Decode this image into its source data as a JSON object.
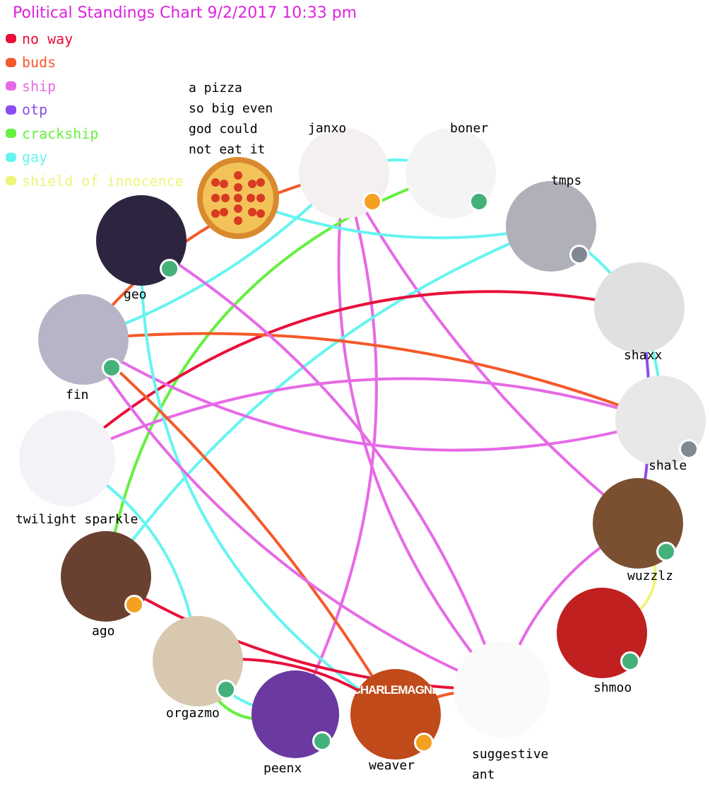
{
  "title": "Political Standings Chart 9/2/2017  10:33 pm",
  "legend": [
    {
      "label": "no way",
      "color": "#e8103a"
    },
    {
      "label": "buds",
      "color": "#f45a2a"
    },
    {
      "label": "ship",
      "color": "#e66ae6"
    },
    {
      "label": "otp",
      "color": "#8b4cf0"
    },
    {
      "label": "crackship",
      "color": "#66f040"
    },
    {
      "label": "gay",
      "color": "#66f4f0"
    },
    {
      "label": "shield of innocence",
      "color": "#eef47a"
    }
  ],
  "pizza": {
    "lines": [
      "a pizza",
      "so big even",
      "god could",
      "not eat it"
    ]
  },
  "people": [
    {
      "id": "geo",
      "name": "geo",
      "status": "#44b07a"
    },
    {
      "id": "fin",
      "name": "fin",
      "status": "#44b07a"
    },
    {
      "id": "twilight",
      "name": "twilight sparkle",
      "status": ""
    },
    {
      "id": "ago",
      "name": "ago",
      "status": "#f4a020"
    },
    {
      "id": "orgazmo",
      "name": "orgazmo",
      "status": "#44b07a"
    },
    {
      "id": "peenx",
      "name": "peenx",
      "status": "#44b07a"
    },
    {
      "id": "weaver",
      "name": "weaver",
      "status": "#f4a020",
      "banner": "CHARLEMAGNE"
    },
    {
      "id": "ant",
      "name": "suggestive ant",
      "status": ""
    },
    {
      "id": "shmoo",
      "name": "shmoo",
      "status": "#44b07a"
    },
    {
      "id": "wuzzlz",
      "name": "wuzzlz",
      "status": "#44b07a"
    },
    {
      "id": "shale",
      "name": "shale",
      "status": "#808890"
    },
    {
      "id": "shaxx",
      "name": "shaxx",
      "status": ""
    },
    {
      "id": "tmps",
      "name": "tmps",
      "status": "#808890"
    },
    {
      "id": "boner",
      "name": "boner",
      "status": "#44b07a"
    },
    {
      "id": "janxo",
      "name": "janxo",
      "status": "#f4a020"
    }
  ],
  "relations": [
    {
      "type": "gay",
      "a": "janxo",
      "b": "boner"
    },
    {
      "type": "buds",
      "a": "janxo",
      "b": "fin"
    },
    {
      "type": "gay",
      "a": "janxo",
      "b": "fin"
    },
    {
      "type": "ship",
      "a": "janxo",
      "b": "ant"
    },
    {
      "type": "ship",
      "a": "janxo",
      "b": "peenx"
    },
    {
      "type": "ship",
      "a": "janxo",
      "b": "wuzzlz"
    },
    {
      "type": "crackship",
      "a": "boner",
      "b": "ago"
    },
    {
      "type": "gay",
      "a": "tmps",
      "b": "pizza"
    },
    {
      "type": "gay",
      "a": "tmps",
      "b": "ago"
    },
    {
      "type": "gay",
      "a": "tmps",
      "b": "shale"
    },
    {
      "type": "no way",
      "a": "shaxx",
      "b": "twilight"
    },
    {
      "type": "otp",
      "a": "shaxx",
      "b": "wuzzlz"
    },
    {
      "type": "buds",
      "a": "shale",
      "b": "fin"
    },
    {
      "type": "ship",
      "a": "shale",
      "b": "fin"
    },
    {
      "type": "ship",
      "a": "shale",
      "b": "twilight"
    },
    {
      "type": "ship",
      "a": "geo",
      "b": "ant"
    },
    {
      "type": "gay",
      "a": "geo",
      "b": "weaver"
    },
    {
      "type": "buds",
      "a": "fin",
      "b": "weaver"
    },
    {
      "type": "ship",
      "a": "fin",
      "b": "ant"
    },
    {
      "type": "gay",
      "a": "twilight",
      "b": "orgazmo"
    },
    {
      "type": "no way",
      "a": "ago",
      "b": "ant"
    },
    {
      "type": "no way",
      "a": "orgazmo",
      "b": "weaver"
    },
    {
      "type": "gay",
      "a": "orgazmo",
      "b": "peenx"
    },
    {
      "type": "buds",
      "a": "weaver",
      "b": "ant"
    },
    {
      "type": "shield of innocence",
      "a": "shmoo",
      "b": "wuzzlz"
    },
    {
      "type": "ship",
      "a": "wuzzlz",
      "b": "ant"
    },
    {
      "type": "crackship",
      "a": "peenx",
      "b": "orgazmo"
    }
  ]
}
